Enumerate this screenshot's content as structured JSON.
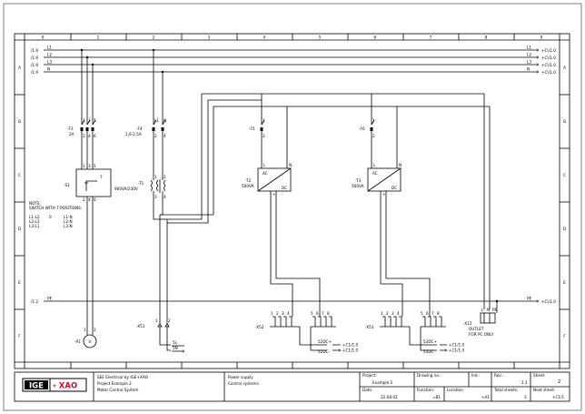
{
  "grid": {
    "columns": [
      "0",
      "1",
      "2",
      "3",
      "4",
      "5",
      "6",
      "7",
      "8",
      "9"
    ],
    "rows": [
      "A",
      "B",
      "C",
      "D",
      "E",
      "F"
    ]
  },
  "buses": {
    "left_refs": [
      "/1.9",
      "/1.9",
      "/1.9",
      "/1.9"
    ],
    "labels": [
      "L1",
      "L2",
      "L3",
      "N"
    ],
    "right_refs": [
      "+C\\/1.0",
      "+C\\/1.0",
      "+C\\/1.0",
      "+C\\/1.0"
    ],
    "pe_left_ref": "/1.2",
    "pe_label": "PE",
    "pe_right_ref": "+C\\/1.0"
  },
  "components": {
    "f3": {
      "tag": "-F3",
      "rating": "2A",
      "pins": [
        "1",
        "2",
        "3",
        "4",
        "5",
        "6"
      ]
    },
    "f4": {
      "tag": "-F4",
      "rating": "1,6-2,5A",
      "pins": [
        "L1",
        "N",
        "2",
        "4"
      ]
    },
    "s1": {
      "tag": "-S1",
      "pins_top": [
        "1",
        "3",
        "5"
      ],
      "pins_bottom": [
        "2",
        "4",
        "6"
      ]
    },
    "t1": {
      "tag": "-T1",
      "rating": "900VA/230V",
      "pins": [
        "1",
        "2",
        "3",
        "4"
      ]
    },
    "f5": {
      "tag": "-F5",
      "pins": [
        "1",
        "2"
      ]
    },
    "f6": {
      "tag": "-F6",
      "pins": [
        "1",
        "2"
      ]
    },
    "t2": {
      "tag": "-T2",
      "rating": "500VA",
      "ac": "AC",
      "dc": "DC",
      "pins": [
        "L",
        "N",
        "+",
        "-"
      ]
    },
    "t3": {
      "tag": "-T3",
      "rating": "500VA",
      "ac": "AC",
      "dc": "DC",
      "pins": [
        "L",
        "N",
        "+",
        "-"
      ]
    },
    "p1": {
      "tag": "-P1",
      "symbol": "V",
      "pins": [
        "1",
        "2"
      ]
    },
    "x51": {
      "tag": "-X51",
      "pins": [
        "1",
        "2"
      ],
      "refs": [
        "/3.1",
        "/3.1"
      ],
      "ref_labels": [
        "5L",
        "5N"
      ]
    },
    "x52": {
      "tag": "-X52",
      "pins": [
        "1",
        "2",
        "3",
        "4",
        "5",
        "6",
        "7",
        "8"
      ],
      "refs": [
        "+C1/1.0",
        "+C1/1.0"
      ],
      "ref_labels": [
        "52DC+",
        "52DC-"
      ]
    },
    "x53": {
      "tag": "-X53",
      "pins": [
        "1",
        "2",
        "3",
        "4",
        "5",
        "6",
        "7",
        "8"
      ],
      "refs": [
        "+C1/1.0",
        "+C1/1.0"
      ],
      "ref_labels": [
        "53DC+",
        "53DC-"
      ]
    },
    "x12": {
      "tag": "-X12",
      "lines": [
        "OUTLET",
        "FOR PC ONLY"
      ],
      "pins": [
        "L",
        "N",
        "PE"
      ]
    }
  },
  "note": {
    "lines": [
      "NOTE:",
      "SWITCH WITH 7 POSITIONS:"
    ],
    "rows": [
      [
        "L1-L2",
        "0",
        "L1-N"
      ],
      [
        "L2-L3",
        "",
        "L2-N"
      ],
      [
        "L3-L1",
        "",
        "L3-N"
      ]
    ]
  },
  "title_block": {
    "logo_left": "IGE",
    "logo_right": "XAO",
    "company_lines": [
      "SEE Electrical by IGE+XAO",
      "Project Example 2",
      "Motor Control System"
    ],
    "description_lines": [
      "Power supply",
      "Control systems"
    ],
    "project_label": "Project:",
    "project_value": "Example 2",
    "drawing_no_label": "Drawing no.:",
    "drawing_no_value": "",
    "ind_label": "Ind.:",
    "ind_value": "",
    "rev_label": "Rev.:",
    "rev_value": "1.1",
    "sheet_label": "Sheet:",
    "sheet_value": "2",
    "date_label": "Date:",
    "date_value": "22.08.02",
    "function_label": "Function:",
    "function_value": "=B1",
    "location_label": "Location:",
    "location_value": "+A1",
    "total_sheets_label": "Total sheets:",
    "total_sheets_value": "3",
    "next_sheet_label": "Next sheet:",
    "next_sheet_value": "+C1/1"
  }
}
